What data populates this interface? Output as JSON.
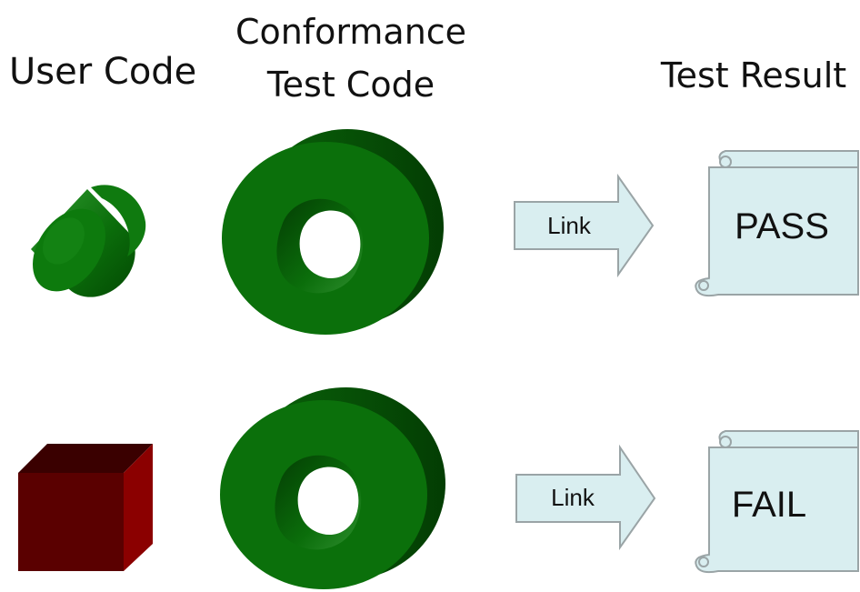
{
  "headings": {
    "user_code": "User Code",
    "conformance_line1": "Conformance",
    "conformance_line2": "Test Code",
    "test_result": "Test Result"
  },
  "rows": [
    {
      "user_shape": "green-cylinder",
      "arrow_label": "Link",
      "result": "PASS"
    },
    {
      "user_shape": "red-cube",
      "arrow_label": "Link",
      "result": "FAIL"
    }
  ],
  "colors": {
    "green": "#0d7a0d",
    "green_dark": "#045004",
    "red": "#6b0000",
    "red_dark": "#3a0000",
    "scroll_fill": "#d9eef0",
    "arrow_fill": "#d9eef0",
    "outline": "#9aa4a6"
  }
}
